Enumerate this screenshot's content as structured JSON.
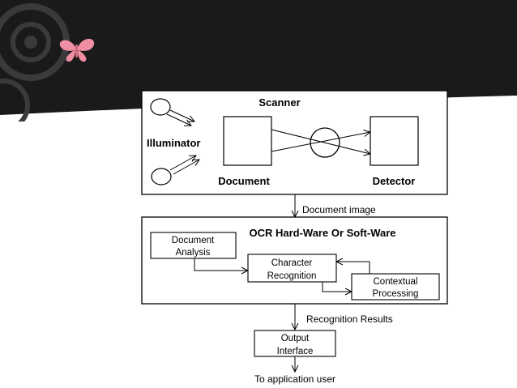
{
  "colors": {
    "header_dark": "#1a1a1a",
    "butterfly": "#f08fa4",
    "ornament": "#3a3a3a"
  },
  "icons": {
    "butterfly": "butterfly-icon",
    "ornament": "circle-ornament"
  },
  "diagram": {
    "scanner": {
      "title": "Scanner",
      "illuminator": "Illuminator",
      "document": "Document",
      "detector": "Detector"
    },
    "document_image_label": "Document image",
    "ocr": {
      "title": "OCR Hard-Ware Or Soft-Ware",
      "document_analysis": [
        "Document",
        "Analysis"
      ],
      "character_recognition": [
        "Character",
        "Recognition"
      ],
      "contextual_processing": [
        "Contextual",
        "Processing"
      ]
    },
    "recognition_results_label": "Recognition Results",
    "output_interface": [
      "Output",
      "Interface"
    ],
    "to_application_user": "To application user"
  }
}
